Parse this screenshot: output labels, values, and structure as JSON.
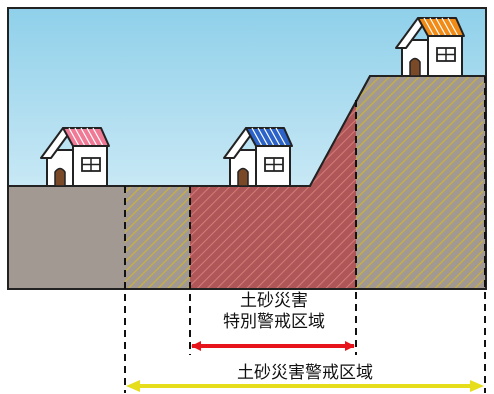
{
  "labels": {
    "special_zone_line1": "土砂災害",
    "special_zone_line2": "特別警戒区域",
    "warning_zone": "土砂災害警戒区域"
  },
  "colors": {
    "sky_top": "#8fd0ea",
    "sky_bottom": "#e9f6fb",
    "ground": "#a39993",
    "warning_hatch": "#c9b13a",
    "special_fill": "#b24a4e",
    "special_arrow": "#e8141c",
    "warning_arrow": "#e6de1a",
    "roof_left": "#f07a96",
    "roof_middle": "#2c63c8",
    "roof_right": "#f28a16"
  },
  "icons": [
    "house-icon",
    "arrow-double-icon"
  ]
}
